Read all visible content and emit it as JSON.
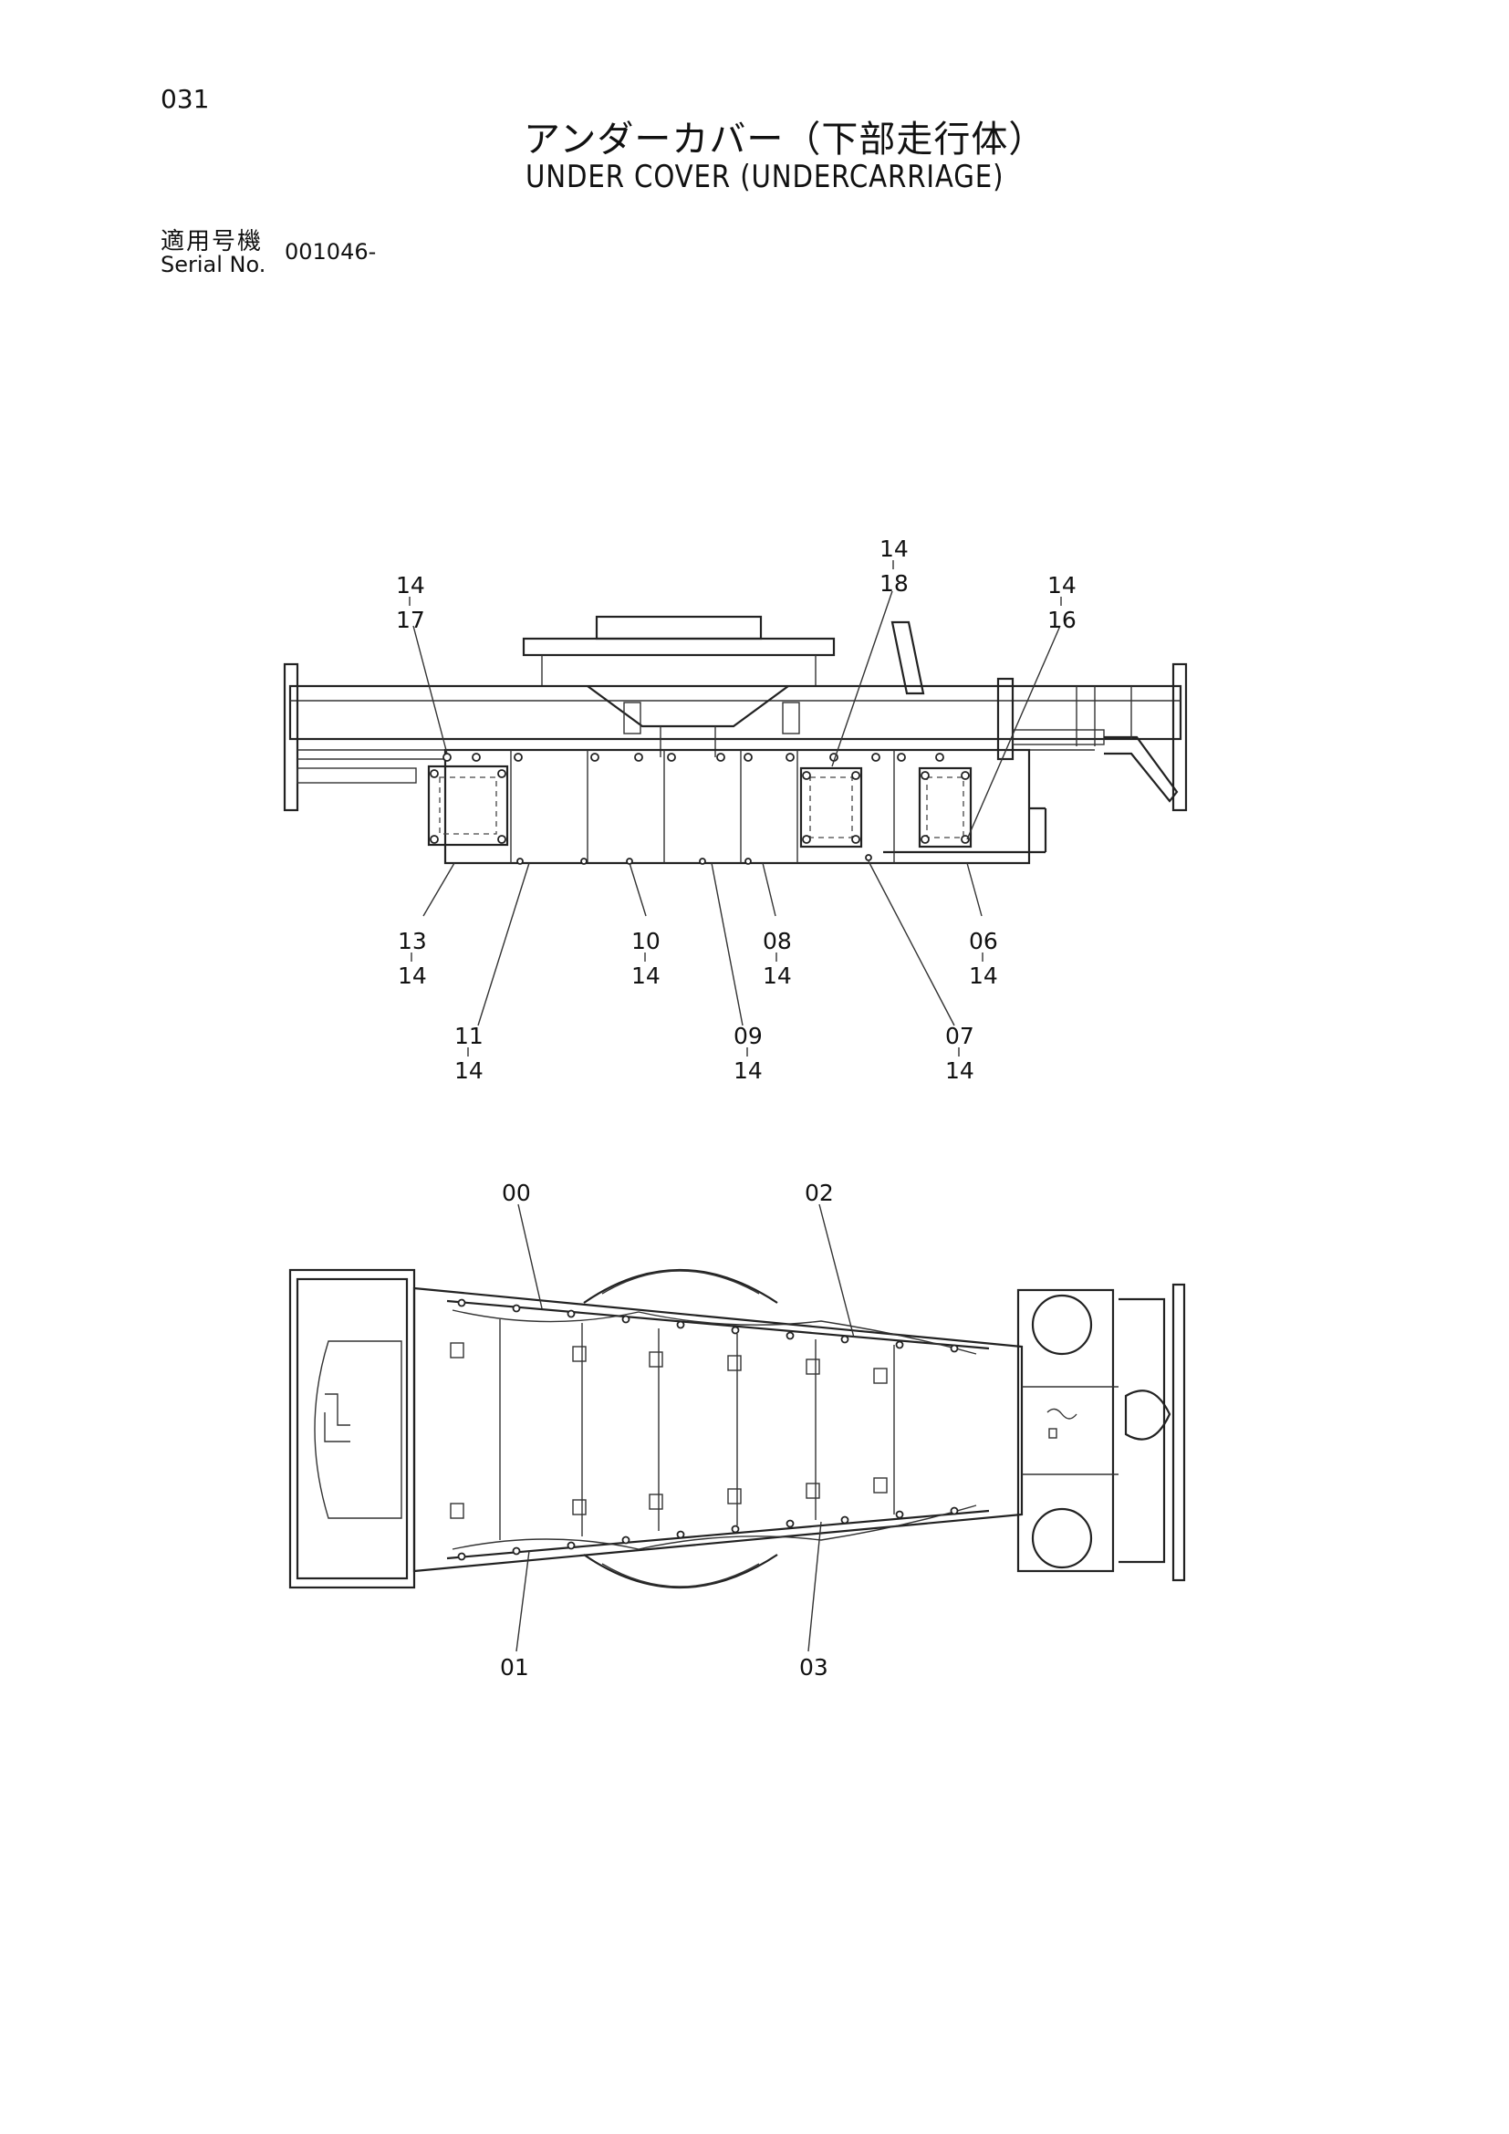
{
  "header": {
    "page_number": "031",
    "title_ja": "アンダーカバー（下部走行体）",
    "title_en": "UNDER COVER (UNDERCARRIAGE)",
    "serial_label_ja": "適用号機",
    "serial_label_en": "Serial No.",
    "serial_value": "001046-"
  },
  "side_view_callouts": [
    {
      "id": "c-14-17",
      "top": "14",
      "bottom": "17"
    },
    {
      "id": "c-14-18",
      "top": "14",
      "bottom": "18"
    },
    {
      "id": "c-14-16",
      "top": "14",
      "bottom": "16"
    },
    {
      "id": "c-13-14",
      "top": "13",
      "bottom": "14"
    },
    {
      "id": "c-10-14",
      "top": "10",
      "bottom": "14"
    },
    {
      "id": "c-08-14",
      "top": "08",
      "bottom": "14"
    },
    {
      "id": "c-06-14",
      "top": "06",
      "bottom": "14"
    },
    {
      "id": "c-11-14",
      "top": "11",
      "bottom": "14"
    },
    {
      "id": "c-09-14",
      "top": "09",
      "bottom": "14"
    },
    {
      "id": "c-07-14",
      "top": "07",
      "bottom": "14"
    }
  ],
  "plan_view_callouts": [
    "00",
    "02",
    "01",
    "03"
  ]
}
